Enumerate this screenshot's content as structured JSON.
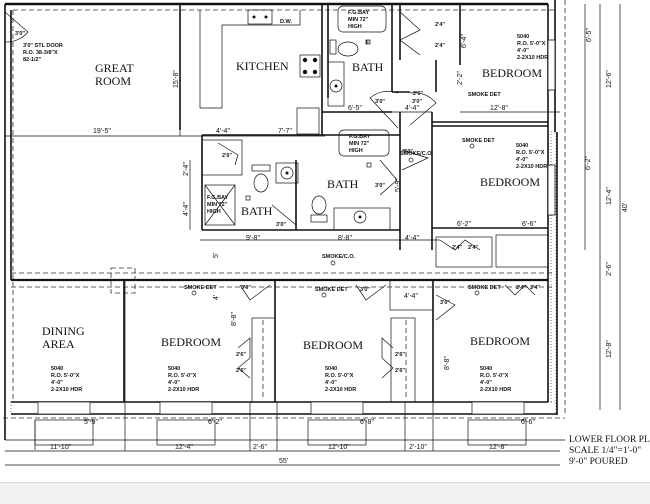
{
  "drawing": {
    "title_block": {
      "line1": "LOWER FLOOR PLAN",
      "line2": "SCALE 1/4\"=1'-0\"",
      "line3": "9'-0\" POURED"
    },
    "rooms": {
      "great_room": {
        "line1": "GREAT",
        "line2": "ROOM"
      },
      "kitchen": "KITCHEN",
      "bath_top": "BATH",
      "bath_mid": "BATH",
      "bath_left": "BATH",
      "bedroom_ne": "BEDROOM",
      "bedroom_e": "BEDROOM",
      "dining": {
        "line1": "DINING",
        "line2": "AREA"
      },
      "bedroom_sw": "BEDROOM",
      "bedroom_s": "BEDROOM",
      "bedroom_se": "BEDROOM"
    },
    "notes": {
      "entry_door": {
        "swing": "3'0\"",
        "line1": "3'0\" STL DOOR",
        "line2": "R.O. 38-3/8\"X",
        "line3": "82-1/2\""
      },
      "dw": "D.W.",
      "tub": {
        "line1": "F.G.BAY",
        "line2": "MIN 72\"",
        "line3": "HIGH"
      },
      "smoke_det": "SMOKE DET",
      "smoke_co": "SMOKE/C.O.",
      "window": {
        "line1": "5040",
        "line2": "R.O. 5'-0\"X",
        "line3": "4'-0\"",
        "line4": "2-2X10 HDR"
      },
      "door_30": "3'0\"",
      "door_26": "2'6\"",
      "door_24": "2'4\"",
      "f_mark": "F"
    },
    "dimensions": {
      "great_room_width": "19'-5\"",
      "great_room_depth": "15'-8\"",
      "kitchen_a": "4'-4\"",
      "kitchen_b": "7'-7\"",
      "bath_top_w": "6'-5\"",
      "hall_a": "4'-4\"",
      "bedroom_ne_w": "12'-8\"",
      "bedroom_ne_a": "6'-4\"",
      "bedroom_ne_b": "2'-2\"",
      "right_a": "6'-5\"",
      "right_b": "12'-6\"",
      "right_c": "6'-2\"",
      "right_d": "12'-4\"",
      "right_e": "2'-6\"",
      "right_f": "12'-8\"",
      "overall_depth": "40'",
      "left_a": "2'-4\"",
      "left_b": "4'-4\"",
      "bath_mid_h": "5'-9\"",
      "bath_row_a": "9'-8\"",
      "bath_row_b": "8'-8\"",
      "bath_row_c": "4'-4\"",
      "bedroom_e_a": "6'-2\"",
      "bedroom_e_b": "6'-6\"",
      "hall_b": "4'-4\"",
      "bed_s_h": "8'-8\"",
      "bed_se_h": "8'-8\"",
      "win_a": "5'-9\"",
      "win_b": "6'-2\"",
      "win_c": "6'-8\"",
      "win_d": "6'-6\"",
      "bottom_a": "11'-10\"",
      "bottom_b": "12'-4\"",
      "bottom_c": "2'-6\"",
      "bottom_d": "12'-10\"",
      "bottom_e": "2'-10\"",
      "bottom_f": "12'-8\"",
      "overall_width": "55'",
      "small_5": "5'",
      "small_4": "4'"
    }
  }
}
